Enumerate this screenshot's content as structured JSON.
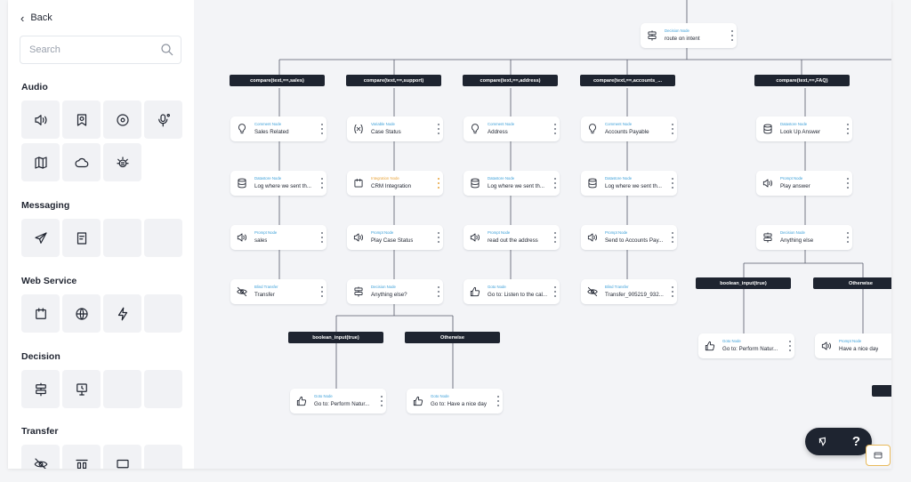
{
  "sidebar": {
    "back_label": "Back",
    "search_placeholder": "Search",
    "sections": {
      "audio": "Audio",
      "messaging": "Messaging",
      "web_service": "Web Service",
      "decision": "Decision",
      "transfer": "Transfer"
    }
  },
  "flow": {
    "root": {
      "type": "Decision Node",
      "label": "route on intent"
    },
    "bars": {
      "sales": "compare(text,==,sales)",
      "support": "compare(text,==,support)",
      "address": "compare(text,==,address)",
      "accounts": "compare(text,==,accounts_...",
      "faq": "compare(text,==,FAQ)",
      "b1_true": "boolean_input(true)",
      "b1_other": "Otherwise",
      "b2_true": "boolean_input(true)",
      "b2_other": "Otherwise"
    },
    "nodes": {
      "s1": {
        "type": "Comment Node",
        "label": "Sales Related"
      },
      "s2": {
        "type": "Datastore Node",
        "label": "Log where we sent th..."
      },
      "s3": {
        "type": "Prompt Node",
        "label": "sales"
      },
      "s4": {
        "type": "Blind Transfer",
        "label": "Transfer"
      },
      "p1": {
        "type": "Variable Node",
        "label": "Case Status"
      },
      "p2": {
        "type": "Integration Node",
        "label": "CRM Integration"
      },
      "p3": {
        "type": "Prompt Node",
        "label": "Play Case Status"
      },
      "p4": {
        "type": "Decision Node",
        "label": "Anything else?"
      },
      "p5": {
        "type": "Goto Node",
        "label": "Go to: Perform Natur..."
      },
      "p6": {
        "type": "Goto Node",
        "label": "Go to: Have a nice day"
      },
      "a1": {
        "type": "Comment Node",
        "label": "Address"
      },
      "a2": {
        "type": "Datastore Node",
        "label": "Log where we sent th..."
      },
      "a3": {
        "type": "Prompt Node",
        "label": "read out the address"
      },
      "a4": {
        "type": "Goto Node",
        "label": "Go to: Listen to the cal..."
      },
      "c1": {
        "type": "Comment Node",
        "label": "Accounts Payable"
      },
      "c2": {
        "type": "Datastore Node",
        "label": "Log where we sent th..."
      },
      "c3": {
        "type": "Prompt Node",
        "label": "Send to Accounts Pay..."
      },
      "c4": {
        "type": "Blind Transfer",
        "label": "Transfer_905219_932..."
      },
      "f1": {
        "type": "Datastore Node",
        "label": "Look Up Answer"
      },
      "f2": {
        "type": "Prompt Node",
        "label": "Play answer"
      },
      "f3": {
        "type": "Decision Node",
        "label": "Anything else"
      },
      "f4": {
        "type": "Goto Node",
        "label": "Go to: Perform Natur..."
      },
      "f5": {
        "type": "Prompt Node",
        "label": "Have a nice day"
      }
    }
  },
  "help_label": "?",
  "colors": {
    "accent": "#3b9fd8",
    "integration": "#e8a33a",
    "bar": "#1e2430"
  }
}
